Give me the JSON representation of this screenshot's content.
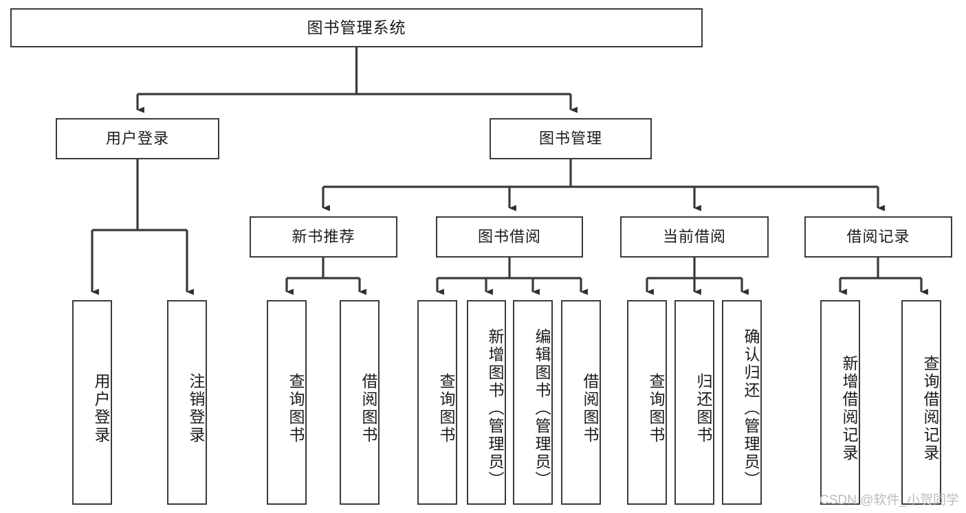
{
  "diagram": {
    "title": "图书管理系统",
    "type": "tree-hierarchy-diagram",
    "stroke_color": "#3a3a3a",
    "background_color": "#ffffff",
    "text_color": "#1b1b1b"
  },
  "root": {
    "label": "图书管理系统"
  },
  "level2": [
    {
      "label": "用户登录"
    },
    {
      "label": "图书管理"
    }
  ],
  "level3": [
    {
      "label": "新书推荐"
    },
    {
      "label": "图书借阅"
    },
    {
      "label": "当前借阅"
    },
    {
      "label": "借阅记录"
    }
  ],
  "leaves": {
    "user_login": [
      {
        "label": "用户登录"
      },
      {
        "label": "注销登录"
      }
    ],
    "new_book_recommend": [
      {
        "label": "查询图书"
      },
      {
        "label": "借阅图书"
      }
    ],
    "book_borrow": [
      {
        "label": "查询图书"
      },
      {
        "label": "新增图书（管理员）"
      },
      {
        "label": "编辑图书（管理员）"
      },
      {
        "label": "借阅图书"
      }
    ],
    "current_borrow": [
      {
        "label": "查询图书"
      },
      {
        "label": "归还图书"
      },
      {
        "label": "确认归还（管理员）"
      }
    ],
    "borrow_record": [
      {
        "label": "新增借阅记录"
      },
      {
        "label": "查询借阅记录"
      }
    ]
  },
  "watermark": {
    "text": "CSDN @软件_小贺同学"
  }
}
